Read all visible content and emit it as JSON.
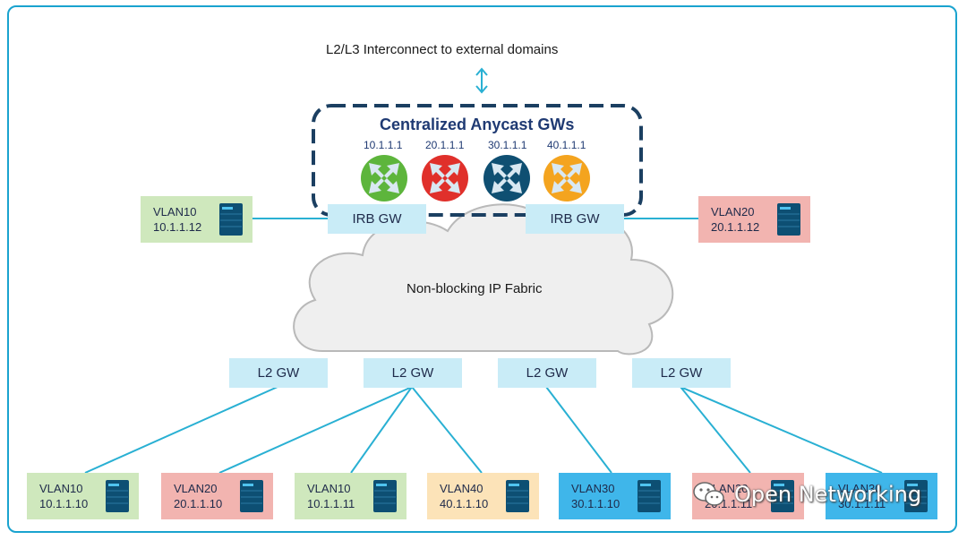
{
  "interconnect_label": "L2/L3 Interconnect to external domains",
  "anycast": {
    "title": "Centralized Anycast GWs",
    "routers": [
      {
        "ip": "10.1.1.1",
        "color": "#5db53c"
      },
      {
        "ip": "20.1.1.1",
        "color": "#e0302b"
      },
      {
        "ip": "30.1.1.1",
        "color": "#0f4f72"
      },
      {
        "ip": "40.1.1.1",
        "color": "#f4a41f"
      }
    ]
  },
  "irb_gw": [
    "IRB GW",
    "IRB GW"
  ],
  "fabric_label": "Non-blocking IP Fabric",
  "l2_gw": [
    "L2 GW",
    "L2 GW",
    "L2 GW",
    "L2 GW"
  ],
  "top_hosts": [
    {
      "vlan": "VLAN10",
      "ip": "10.1.1.12",
      "color": "#cfe8bd"
    },
    {
      "vlan": "VLAN20",
      "ip": "20.1.1.12",
      "color": "#f2b4b0"
    }
  ],
  "bottom_hosts": [
    {
      "vlan": "VLAN10",
      "ip": "10.1.1.10",
      "color": "#cfe8bd"
    },
    {
      "vlan": "VLAN20",
      "ip": "20.1.1.10",
      "color": "#f2b4b0"
    },
    {
      "vlan": "VLAN10",
      "ip": "10.1.1.11",
      "color": "#cfe8bd"
    },
    {
      "vlan": "VLAN40",
      "ip": "40.1.1.10",
      "color": "#fce3b8"
    },
    {
      "vlan": "VLAN30",
      "ip": "30.1.1.10",
      "color": "#3fb6ea"
    },
    {
      "vlan": "VLAN20",
      "ip": "20.1.1.11",
      "color": "#f2b4b0"
    },
    {
      "vlan": "VLAN30",
      "ip": "30.1.1.11",
      "color": "#3fb6ea"
    }
  ],
  "watermark": "Open Networking",
  "line_color": "#29b0d3",
  "server_color": "#0d4f73"
}
